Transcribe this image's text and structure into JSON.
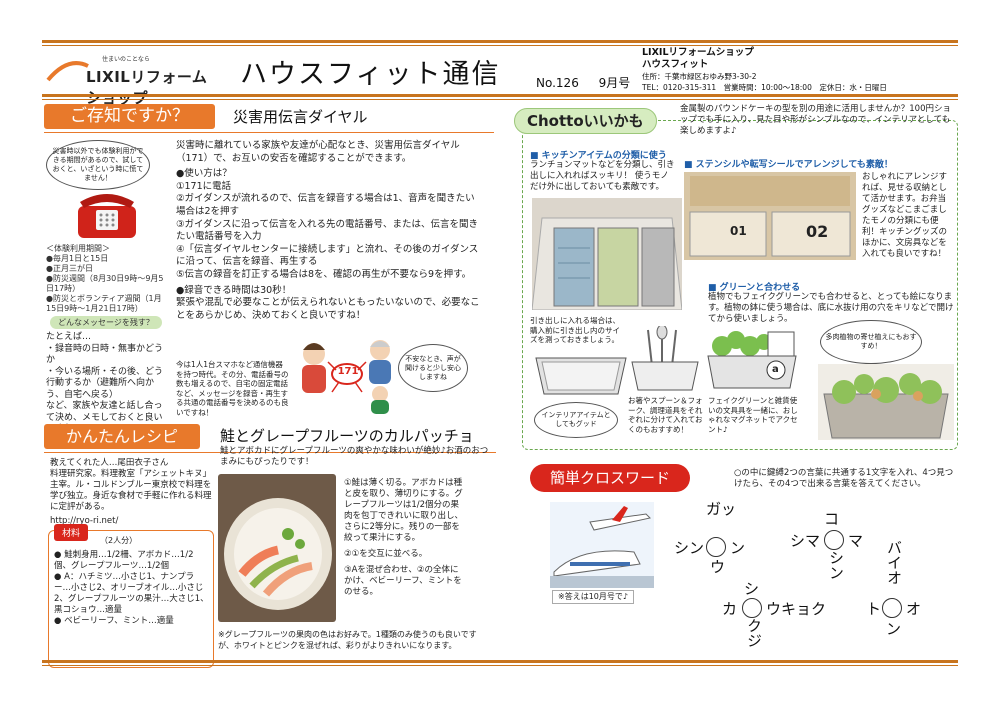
{
  "header": {
    "logo_tagline": "住まいのことなら",
    "logo_text": "LIXILリフォームショップ",
    "title": "ハウスフィット通信",
    "issue_no": "No.126",
    "issue_month": "9月号",
    "company_line1": "LIXILリフォームショップ",
    "company_line2": "ハウスフィット",
    "company_address": "住所：千葉市緑区おゆみ野3-30-2",
    "company_contact": "TEL：0120-315-311　営業時間：10:00～18:00　定休日：水・日曜日"
  },
  "sec1": {
    "tab": "ご存知ですか？",
    "heading": "災害用伝言ダイヤル",
    "bubble": "災害時以外でも体験利用ができる期間があるので、試しておくと、いざという時に慌てません！",
    "intro": "災害時に離れている家族や友達が心配なとき、災害用伝言ダイヤル（171）で、お互いの安否を確認することができます。",
    "how_title": "●使い方は？",
    "steps": [
      "①171に電話",
      "②ガイダンスが流れるので、伝言を録音する場合は1、音声を聞きたい場合は2を押す",
      "③ガイダンスに沿って伝言を入れる先の電話番号、または、伝言を聞きたい電話番号を入力",
      "④「伝言ダイヤルセンターに接続します」と流れ、その後のガイダンスに沿って、伝言を録音、再生する",
      "⑤伝言の録音を訂正する場合は8を、確認の再生が不要なら9を押す。"
    ],
    "rec_title": "●録音できる時間は30秒！",
    "rec_text": "緊張や混乱で必要なことが伝えられないともったいないので、必要なことをあらかじめ、決めておくと良いですね！",
    "trial_title": "＜体験利用期間＞",
    "trial_items": [
      "●毎月1日と15日",
      "●正月三が日",
      "●防災週間（8月30日9時～9月5日17時）",
      "●防災とボランティア週間（1月15日9時～1月21日17時）"
    ],
    "msg_pill": "どんなメッセージを残す？",
    "msg_text": "たとえば…\n・録音時の日時・無事かどうか\n・今いる場所・その後、どう行動するか（避難所へ向かう、自宅へ戻る）\nなど、家族や友達と話し合って決め、メモしておくと良いですね！",
    "phone_note": "今は1人1台スマホなど通信機器を持つ時代。その分、電話番号の数も増えるので、自宅の固定電話など、メッセージを録音・再生する共通の電話番号を決めるのも良いですね！",
    "badge_171": "171",
    "bubble2": "不安なとき、声が聞けると少し安心しますね"
  },
  "sec2": {
    "tab": "Chottoいいかも",
    "intro": "金属製のパウンドケーキの型を別の用途に活用しませんか？100円ショップでも手に入り、見た目や形がシンプルなので、インテリアとしても楽しめますよ♪",
    "sub1": "■ キッチンアイテムの分類に使う",
    "sub1_text": "ランチョンマットなどを分類し、引き出しに入れればスッキリ！ 使うモノだけ外に出しておいても素敵です。",
    "sub2": "■ ステンシルや転写シールでアレンジしても素敵！",
    "sub2_text": "おしゃれにアレンジすれば、見せる収納として活かせます。お弁当グッズなどこまごましたモノの分類にも便利！キッチングッズのほかに、文房具などを入れても良いですね！",
    "label_01": "01",
    "label_02": "02",
    "note_left": "引き出しに入れる場合は、購入前に引き出し内のサイズを測っておきましょう。",
    "bubble_interior": "インテリアアイテムとしてもグッド",
    "caption_fork": "お箸やスプーン＆フォーク、調理道具をそれぞれに分けて入れておくのもおすすめ！",
    "caption_plant": "フェイクグリーンと雑貨使いの文具具を一緒に、おしゃれなマグネットでアクセント♪",
    "sub3": "■ グリーンと合わせる",
    "sub3_text": "植物でもフェイクグリーンでも合わせると、とっても絵になります。植物の鉢に使う場合は、底に水抜け用の穴をキリなどで開けてから使いましょう。",
    "bubble_plant": "多肉植物の寄せ植えにもおすすめ！",
    "label_a": "a"
  },
  "sec3": {
    "tab": "かんたんレシピ",
    "heading": "鮭とグレープフルーツのカルパッチョ",
    "subtitle": "鮭とアボカドにグレープフルーツの爽やかな味わいが絶妙♪お酒のおつまみにもぴったりです！",
    "profile": "教えてくれた人…尾田衣子さん\n料理研究家。料理教室「アシェットキヌ」主宰。ル・コルドンブルー東京校で料理を学び独立。身近な食材で手軽に作れる料理に定評がある。",
    "url": "http://ryo-ri.net/",
    "mat_title": "材料",
    "mat_serv": "（2人分）",
    "ingredients": [
      "鮭刺身用…1/2柵、アボカド…1/2個、グレープフルーツ…1/2個",
      "A：ハチミツ…小さじ1、ナンプラー…小さじ2、オリーブオイル…小さじ2、グレープフルーツの果汁…大さじ1、黒コショウ…適量",
      "ベビーリーフ、ミント…適量"
    ],
    "steps": [
      "①鮭は薄く切る。アボカドは種と皮を取り、薄切りにする。グレープフルーツは1/2個分の果肉を包丁できれいに取り出し、さらに2等分に。残りの一部を絞って果汁にする。",
      "②①を交互に並べる。",
      "③Aを混ぜ合わせ、②の全体にかけ、ベビーリーフ、ミントをのせる。"
    ],
    "note": "※グレープフルーツの果肉の色はお好みで。1種類のみ使うのも良いですが、ホワイトとピンクを混ぜれば、彩りがよりきれいになります。"
  },
  "sec4": {
    "tab": "簡単クロスワード",
    "instructions": "○の中に鍵縛2つの言葉に共通する1文字を入れ、4つ見つけたら、その4つで出来る言葉を答えてください。",
    "answer_note": "※答えは10月号で♪",
    "p1_top": "ガッ",
    "p1_left": "シン",
    "p1_right": "ン",
    "p1_bottom": "ウ",
    "p2_top": "コ",
    "p2_left": "シマ",
    "p2_right": "マ",
    "p2_bottom": "シン",
    "p3_top": "シ",
    "p3_left": "カ",
    "p3_right": "ウキョク",
    "p3_bottom": "クジ",
    "p4_top": "バイオ",
    "p4_left": "ト",
    "p4_right": "オ",
    "p4_bottom": "ン"
  },
  "colors": {
    "accent": "#e8792b",
    "red": "#d9261c",
    "green": "#6aa84f",
    "blue": "#1f5ea8"
  }
}
